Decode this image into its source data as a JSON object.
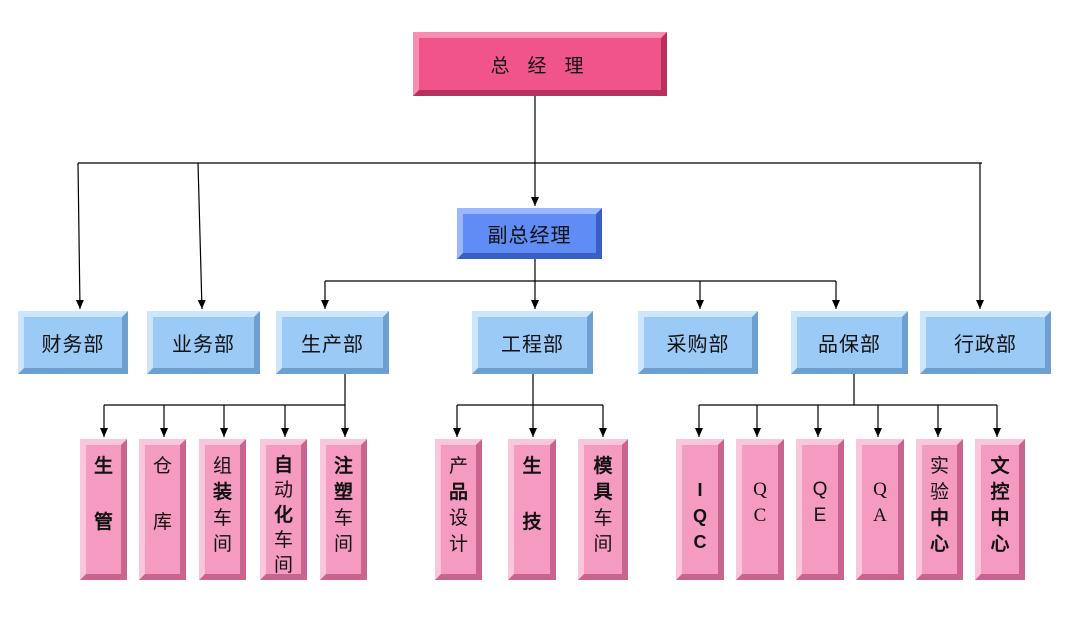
{
  "top": {
    "label": "总 经 理"
  },
  "deputy": {
    "label": "副总经理"
  },
  "departments": {
    "finance": "财务部",
    "business": "业务部",
    "production": "生产部",
    "engineering": "工程部",
    "purchasing": "采购部",
    "quality": "品保部",
    "admin": "行政部"
  },
  "production_units": {
    "planning": [
      "生",
      "管"
    ],
    "warehouse": [
      "仓",
      "库"
    ],
    "assembly": [
      "组",
      "装",
      "车",
      "间"
    ],
    "automation": [
      "自",
      "动",
      "化",
      "车",
      "间"
    ],
    "injection": [
      "注",
      "塑",
      "车",
      "间"
    ]
  },
  "engineering_units": {
    "design": [
      "产",
      "品",
      "设",
      "计"
    ],
    "tech": [
      "生",
      "技"
    ],
    "mold": [
      "模",
      "具",
      "车",
      "间"
    ]
  },
  "quality_units": {
    "iqc": [
      "I",
      "Q",
      "C"
    ],
    "qc": [
      "Q",
      "C"
    ],
    "qe": [
      "Q",
      "E"
    ],
    "qa": [
      "Q",
      "A"
    ],
    "lab": [
      "实",
      "验",
      "中",
      "心"
    ],
    "doc": [
      "文",
      "控",
      "中",
      "心"
    ]
  },
  "colors": {
    "top": "#f0548a",
    "deputy": "#5f8cf5",
    "department": "#9ccaf6",
    "unit": "#f59ac0",
    "line": "#000000"
  }
}
